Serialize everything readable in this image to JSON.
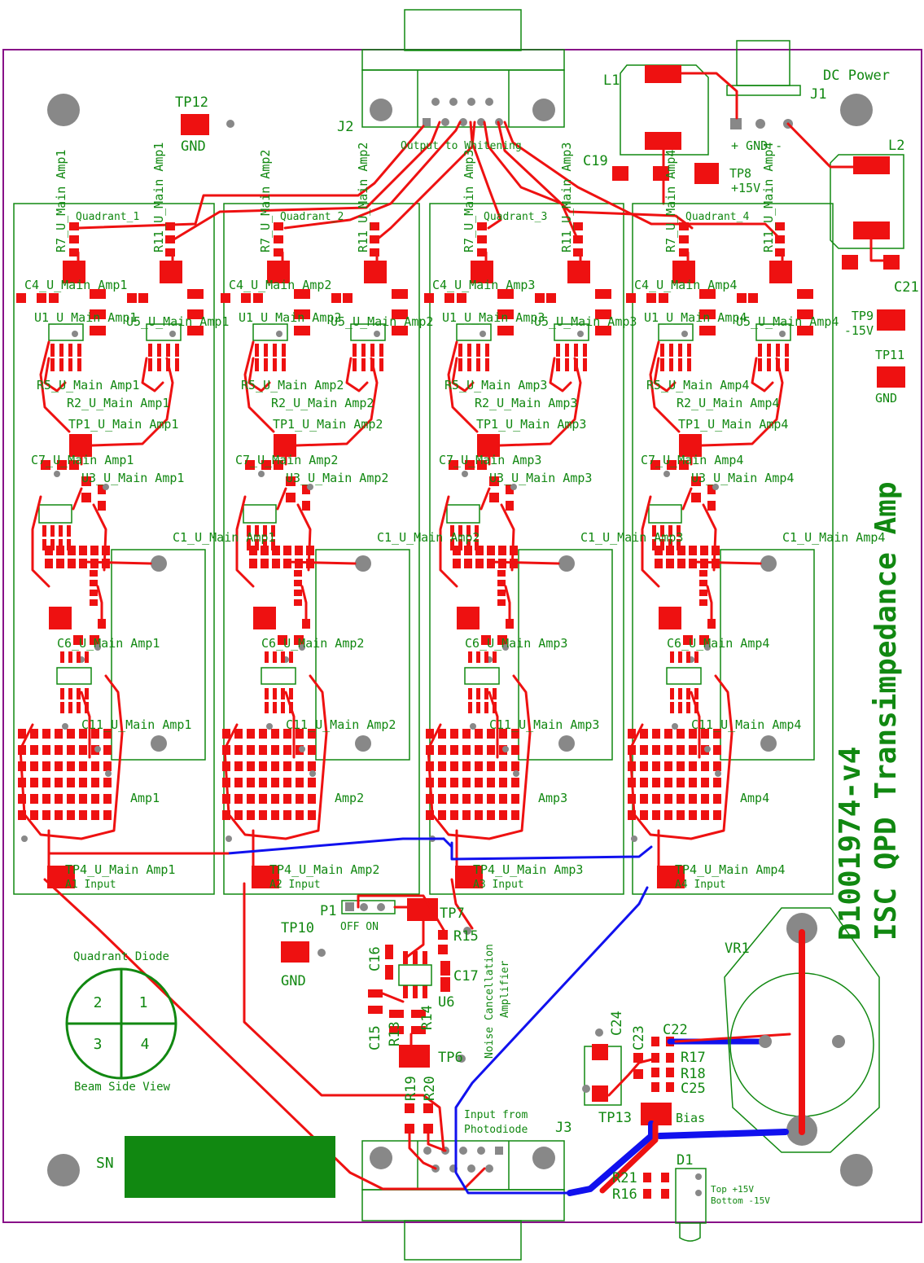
{
  "board": {
    "title_number": "D1001974-v4",
    "title_name": "ISC QPD Transimpedance Amp"
  },
  "connectors": {
    "j1": "J1",
    "dc_power": "DC Power",
    "supply_labels": "+ GND -",
    "j2": "J2",
    "j2_caption": "Output to Whitening",
    "j3": "J3",
    "j3_caption_line1": "Input from",
    "j3_caption_line2": "Photodiode"
  },
  "power": {
    "l1": "L1",
    "l2": "L2",
    "c19": "C19",
    "c21": "C21",
    "tp8": "TP8",
    "tp8_value": "+15V",
    "tp9": "TP9",
    "tp9_value": "-15V",
    "tp11": "TP11",
    "tp11_value": "GND",
    "tp12": "TP12",
    "tp12_value": "GND",
    "tp10": "TP10",
    "tp10_value": "GND"
  },
  "quadrants": [
    {
      "box_label": "Quadrant_1",
      "amp": "Amp1",
      "u1": "U1_U_Main Amp1",
      "u3": "U3_U_Main Amp1",
      "u5": "U5_U_Main Amp1",
      "tp1": "TP1_U_Main Amp1",
      "tp4": "TP4_U_Main Amp1",
      "c1": "C1_U_Main Amp1",
      "c4": "C4_U_Main Amp1",
      "c7": "C7_U_Main Amp1",
      "c6": "C6_U_Main Amp1",
      "c11": "C11_U_Main Amp1",
      "r5": "R5_U_Main Amp1",
      "r2": "R2_U_Main Amp1",
      "r7": "R7_U_Main Amp1",
      "r11": "R11_U_Main Amp1",
      "input_label": "A1 Input"
    },
    {
      "box_label": "Quadrant_2",
      "amp": "Amp2",
      "u1": "U1_U_Main Amp2",
      "u3": "U3_U_Main Amp2",
      "u5": "U5_U_Main Amp2",
      "tp1": "TP1_U_Main Amp2",
      "tp4": "TP4_U_Main Amp2",
      "c1": "C1_U_Main Amp2",
      "c4": "C4_U_Main Amp2",
      "c7": "C7_U_Main Amp2",
      "c6": "C6_U_Main Amp2",
      "c11": "C11_U_Main Amp2",
      "r5": "R5_U_Main Amp2",
      "r2": "R2_U_Main Amp2",
      "r7": "R7_U_Main Amp2",
      "r11": "R11_U_Main Amp2",
      "input_label": "A2 Input"
    },
    {
      "box_label": "Quadrant_3",
      "amp": "Amp3",
      "u1": "U1_U_Main Amp3",
      "u3": "U3_U_Main Amp3",
      "u5": "U5_U_Main Amp3",
      "tp1": "TP1_U_Main Amp3",
      "tp4": "TP4_U_Main Amp3",
      "c1": "C1_U_Main Amp3",
      "c4": "C4_U_Main Amp3",
      "c7": "C7_U_Main Amp3",
      "c6": "C6_U_Main Amp3",
      "c11": "C11_U_Main Amp3",
      "r5": "R5_U_Main Amp3",
      "r2": "R2_U_Main Amp3",
      "r7": "R7_U_Main Amp3",
      "r11": "R11_U_Main Amp3",
      "input_label": "A3 Input"
    },
    {
      "box_label": "Quadrant_4",
      "amp": "Amp4",
      "u1": "U1_U_Main Amp4",
      "u3": "U3_U_Main Amp4",
      "u5": "U5_U_Main Amp4",
      "tp1": "TP1_U_Main Amp4",
      "tp4": "TP4_U_Main Amp4",
      "c1": "C1_U_Main Amp4",
      "c4": "C4_U_Main Amp4",
      "c7": "C7_U_Main Amp4",
      "c6": "C6_U_Main Amp4",
      "c11": "C11_U_Main Amp4",
      "r5": "R5_U_Main Amp4",
      "r2": "R2_U_Main Amp4",
      "r7": "R7_U_Main Amp4",
      "r11": "R11_U_Main Amp4",
      "input_label": "A4 Input"
    }
  ],
  "noise_canceller": {
    "p1": "P1",
    "off_on": "OFF  ON",
    "tp7": "TP7",
    "tp6": "TP6",
    "r15": "R15",
    "c16": "C16",
    "c17": "C17",
    "u6": "U6",
    "c15": "C15",
    "r13": "R13",
    "r14": "R14",
    "r19": "R19",
    "r20": "R20",
    "caption_line1": "Noise Cancellation",
    "caption_line2": "Amplifier"
  },
  "bias": {
    "c24": "C24",
    "c23": "C23",
    "c22": "C22",
    "r17": "R17",
    "r18": "R18",
    "c25": "C25",
    "tp13": "TP13",
    "bias_label": "Bias",
    "vr1": "VR1",
    "d1": "D1",
    "r21": "R21",
    "r16": "R16",
    "top_note": "Top    +15V",
    "bottom_note": "Bottom -15V"
  },
  "diode_legend": {
    "title": "Quadrant Diode",
    "q1": "1",
    "q2": "2",
    "q3": "3",
    "q4": "4",
    "caption": "Beam Side View"
  },
  "serial": {
    "label": "SN"
  }
}
